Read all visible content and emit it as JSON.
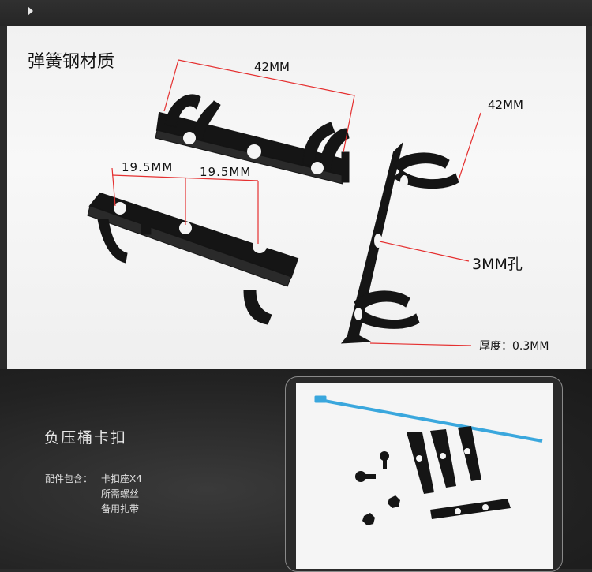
{
  "photo": {
    "material_label": "弹簧钢材质",
    "dimension_top": "42MM",
    "dimension_right": "42MM",
    "spacing_a": "19.5MM",
    "spacing_b": "19.5MM",
    "hole_label": "3MM孔",
    "thickness_label": "厚度：0.3MM"
  },
  "product": {
    "title": "负压桶卡扣",
    "contents_label": "配件包含：",
    "contents": [
      "卡扣座X4",
      "所需螺丝",
      "备用扎带"
    ]
  },
  "colors": {
    "annotation_red": "#e53030",
    "clip_black": "#151515",
    "cable_tie_blue": "#3aa7dd"
  }
}
